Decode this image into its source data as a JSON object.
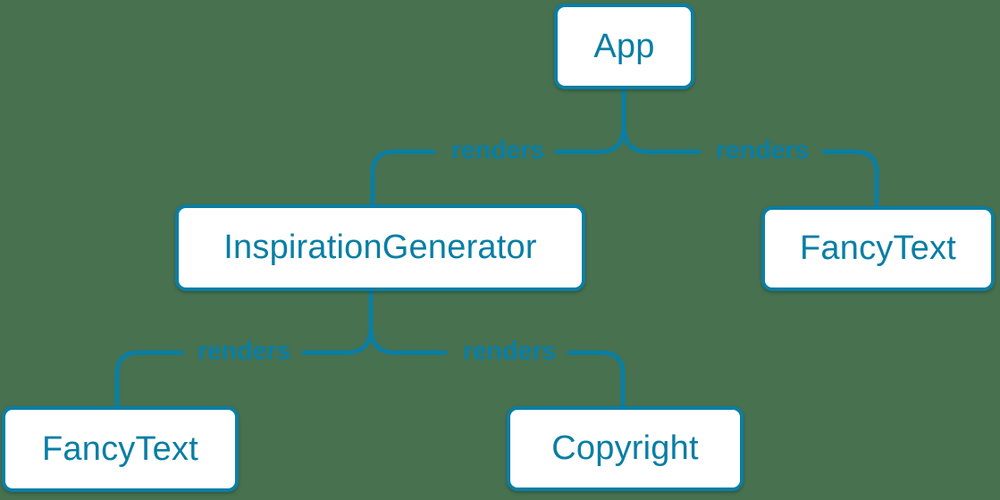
{
  "diagram": {
    "type": "component-render-tree",
    "colors": {
      "background": "#47714f",
      "accent_blue": "#0a7ea4",
      "node_text": "#087ea4",
      "node_background": "#ffffff"
    }
  },
  "nodes": [
    {
      "id": "app",
      "label": "App"
    },
    {
      "id": "inspiration-generator",
      "label": "InspirationGenerator"
    },
    {
      "id": "fancy-text-right",
      "label": "FancyText"
    },
    {
      "id": "fancy-text-bottom",
      "label": "FancyText"
    },
    {
      "id": "copyright",
      "label": "Copyright"
    }
  ],
  "edges": [
    {
      "from": "App",
      "to": "InspirationGenerator",
      "label": "renders"
    },
    {
      "from": "App",
      "to": "FancyText",
      "label": "renders"
    },
    {
      "from": "InspirationGenerator",
      "to": "FancyText",
      "label": "renders"
    },
    {
      "from": "InspirationGenerator",
      "to": "Copyright",
      "label": "renders"
    }
  ]
}
